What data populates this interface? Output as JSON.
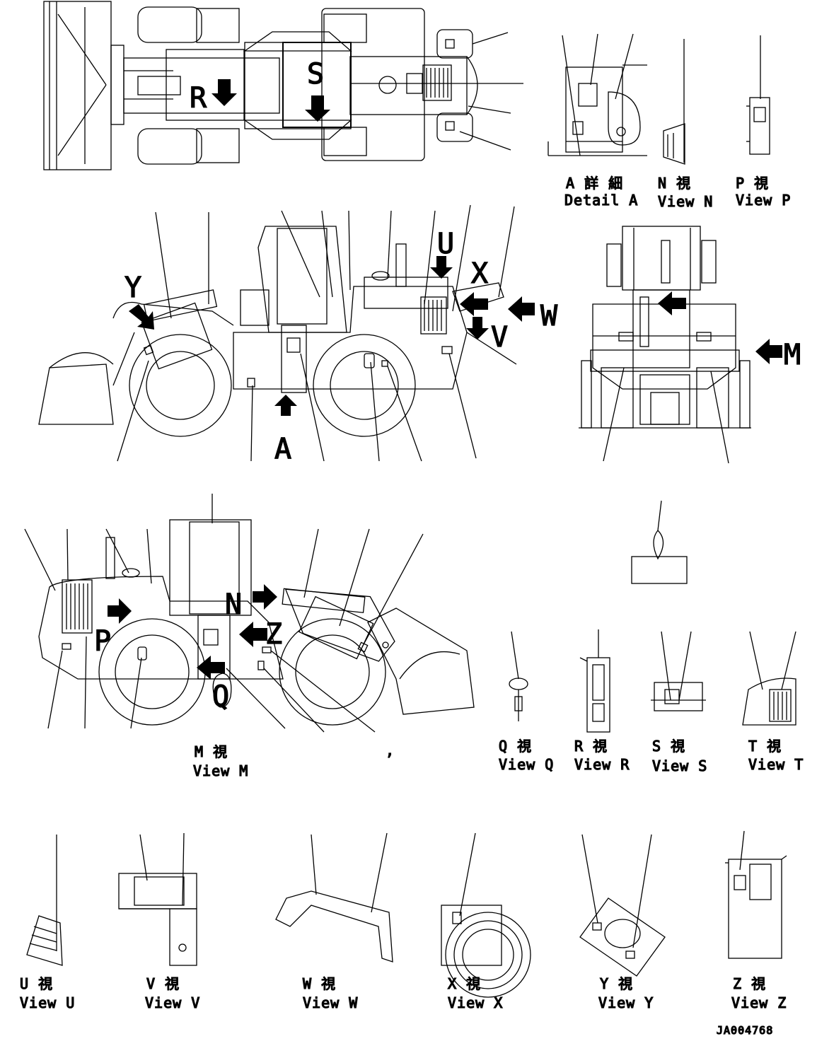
{
  "drawing": {
    "code": "JA004768",
    "top_marks": [
      "R",
      "S"
    ],
    "side_marks": [
      "U",
      "X",
      "W",
      "V",
      "Y",
      "A"
    ],
    "rear_marks": [
      "M"
    ],
    "left_marks": [
      "N",
      "Z",
      "P",
      "Q"
    ],
    "stray_mark": ","
  },
  "views": [
    {
      "id": "A",
      "jp": "A 詳 細",
      "en": "Detail A"
    },
    {
      "id": "N",
      "jp": "N 視",
      "en": "View N"
    },
    {
      "id": "P",
      "jp": "P 視",
      "en": "View P"
    },
    {
      "id": "M",
      "jp": "M 視",
      "en": "View M"
    },
    {
      "id": "Q",
      "jp": "Q 視",
      "en": "View Q"
    },
    {
      "id": "R",
      "jp": "R 視",
      "en": "View R"
    },
    {
      "id": "S",
      "jp": "S 視",
      "en": "View S"
    },
    {
      "id": "T",
      "jp": "T 視",
      "en": "View T"
    },
    {
      "id": "U",
      "jp": "U 視",
      "en": "View U"
    },
    {
      "id": "V",
      "jp": "V 視",
      "en": "View V"
    },
    {
      "id": "W",
      "jp": "W 視",
      "en": "View W"
    },
    {
      "id": "X",
      "jp": "X 視",
      "en": "View X"
    },
    {
      "id": "Y",
      "jp": "Y 視",
      "en": "View Y"
    },
    {
      "id": "Z",
      "jp": "Z 視",
      "en": "View Z"
    }
  ]
}
